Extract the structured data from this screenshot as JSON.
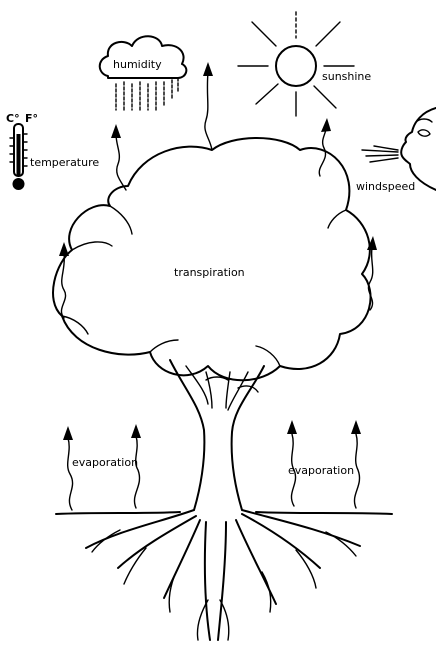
{
  "labels": {
    "humidity": "humidity",
    "sunshine": "sunshine",
    "temperature": "temperature",
    "celsius": "C°",
    "fahrenheit": "F°",
    "windspeed": "windspeed",
    "transpiration": "transpiration",
    "evaporation_left": "evaporation",
    "evaporation_right": "evaporation"
  },
  "icons": [
    "cloud-icon",
    "sun-icon",
    "thermometer-icon",
    "face-blowing-wind-icon",
    "tree-icon",
    "arrow-up-wavy-icon"
  ],
  "colors": {
    "ink": "#000000",
    "background": "#ffffff"
  }
}
